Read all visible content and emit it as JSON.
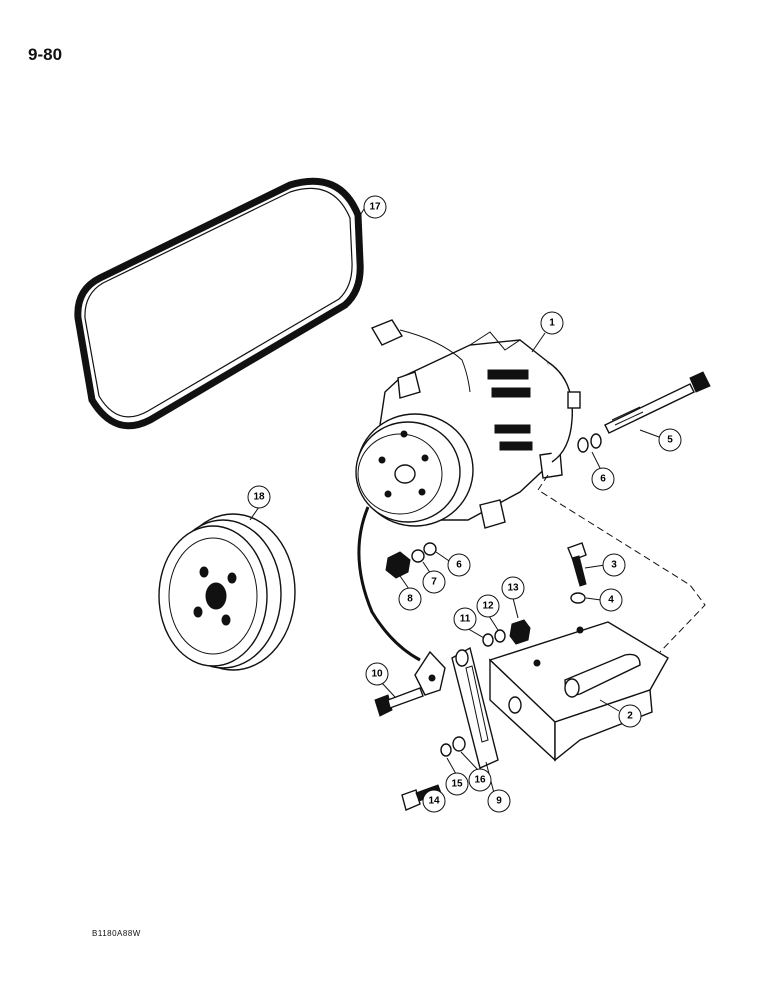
{
  "page_number": "9-80",
  "figure_code": "B1180A88W",
  "callouts": {
    "c1": "1",
    "c2": "2",
    "c3": "3",
    "c4": "4",
    "c5": "5",
    "c6a": "6",
    "c6b": "6",
    "c7": "7",
    "c8": "8",
    "c9": "9",
    "c10": "10",
    "c11": "11",
    "c12": "12",
    "c13": "13",
    "c14": "14",
    "c15": "15",
    "c16": "16",
    "c17": "17",
    "c18": "18"
  }
}
